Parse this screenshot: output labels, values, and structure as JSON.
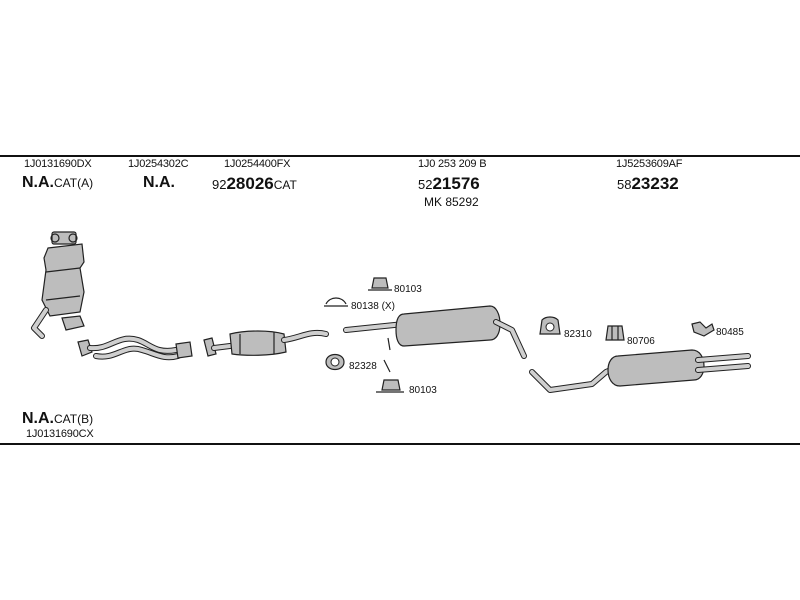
{
  "header_groups": [
    {
      "code": "1J0131690DX",
      "main": "N.A.",
      "suffix": "CAT(A)"
    },
    {
      "code": "1J0254302C",
      "main": "N.A.",
      "suffix": ""
    },
    {
      "code": "1J0254400FX",
      "prefix": "92",
      "main": "28026",
      "suffix": "CAT"
    },
    {
      "code": "1J0 253 209 B",
      "prefix": "52",
      "main": "21576",
      "extra": "MK  85292"
    },
    {
      "code": "1J5253609AF",
      "prefix": "58",
      "main": "23232"
    }
  ],
  "bottom_left": {
    "main": "N.A.",
    "suffix": "CAT(B)",
    "code": "1J0131690CX"
  },
  "part_tags": [
    "80103",
    "80138 (X)",
    "82328",
    "80103",
    "82310",
    "80706",
    "80485"
  ],
  "icons": [
    "catalytic-converter-icon",
    "front-pipe-icon",
    "flex-pipe-icon",
    "middle-silencer-icon",
    "rear-silencer-icon",
    "clamp-icon",
    "rubber-mount-icon",
    "gasket-icon",
    "bracket-icon"
  ]
}
